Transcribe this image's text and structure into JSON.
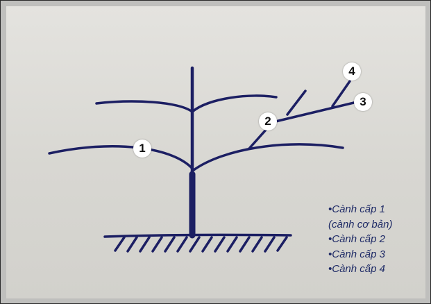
{
  "labels": [
    "1",
    "2",
    "3",
    "4"
  ],
  "legend": [
    "•Cành cấp 1",
    "(cành cơ bản)",
    "•Cành cấp 2",
    "•Cành cấp 3",
    "•Cành cấp 4"
  ],
  "colors": {
    "ink": "#1c1f63",
    "paper": "#dcdbd6",
    "badge": "#ffffff"
  }
}
